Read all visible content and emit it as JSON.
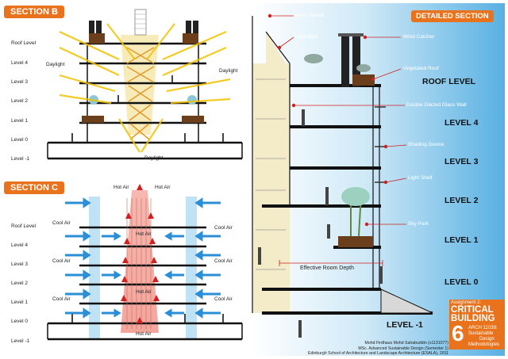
{
  "section_b": {
    "title": "SECTION B",
    "levels": [
      "Roof Level",
      "Level 4",
      "Level 3",
      "Level 2",
      "Level 1",
      "Level 0",
      "Level -1"
    ],
    "daylight_left": "Daylight",
    "daylight_right": "Daylight",
    "daylight_bottom": "Daylight"
  },
  "section_c": {
    "title": "SECTION C",
    "levels": [
      "Roof Level",
      "Level 4",
      "Level 3",
      "Level 2",
      "Level 1",
      "Level 0",
      "Level -1"
    ],
    "hot_air": "Hot Air",
    "cool_air": "Cool Air"
  },
  "detailed": {
    "title": "DETAILED SECTION",
    "callouts": {
      "wind_tunnel": "Wind Tunnel",
      "light_well": "Light Well",
      "wind_catcher": "Wind Catcher",
      "vegetated_roof": "Vegetated Roof",
      "double_glazed": "Double Glazed Glass Wall",
      "shading_device": "Shading Device",
      "light_shelf": "Light Shelf",
      "sky_park": "Sky Park",
      "effective_depth": "Effective Room Depth"
    },
    "levels": [
      "ROOF LEVEL",
      "LEVEL 4",
      "LEVEL 3",
      "LEVEL 2",
      "LEVEL 1",
      "LEVEL 0",
      "LEVEL -1"
    ]
  },
  "badge": {
    "assignment": "Assignment 2:",
    "line1": "CRITICAL",
    "line2": "BUILDING",
    "number": "6",
    "course_code": "ARCH 11039:",
    "course_l1": "Sustainable",
    "course_l2": "Design",
    "course_l3": "Methodologies"
  },
  "credits": {
    "line1": "Mohd Firdhaus Mohd Sahabuddin (s1131077)",
    "line2": "MSc. Advanced Sustainable Design (Semester 1)",
    "line3": "Edinburgh School of Architecture and Landscape Architecture (ESALA), 2011"
  },
  "colors": {
    "accent": "#e8731c",
    "sky": "#7ec3e6",
    "hot": "#d21f1f",
    "cool": "#2a8fd6",
    "daylight": "#f2c200"
  }
}
